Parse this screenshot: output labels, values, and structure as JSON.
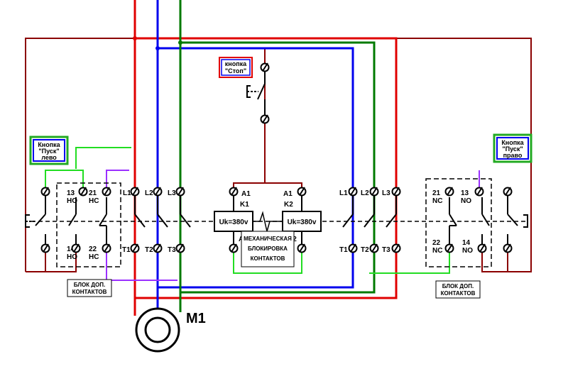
{
  "colors": {
    "phase_l1": "#e00000",
    "phase_l2": "#0000ee",
    "phase_l3": "#007a00",
    "control": "#8b0000",
    "start_left": "#22dd22",
    "start_right": "#9b30ff"
  },
  "buttons": {
    "stop": [
      "кнопка",
      "\"Стоп\""
    ],
    "start_left": [
      "Кнопка",
      "\"Пуск\"",
      "лево"
    ],
    "start_right": [
      "Кнопка",
      "\"Пуск\"",
      "право"
    ]
  },
  "left_aux": {
    "t13": "13",
    "no_top": "НО",
    "t21": "21",
    "nc_top": "НС",
    "t14": "14",
    "no_bot": "НО",
    "t22": "22",
    "nc_bot": "НС",
    "caption": [
      "БЛОК ДОП.",
      "КОНТАКТОВ"
    ]
  },
  "right_aux": {
    "t21": "21",
    "nc_top": "NC",
    "t13": "13",
    "no_top": "NO",
    "t22": "22",
    "nc_bot": "NC",
    "t14": "14",
    "no_bot": "NO",
    "caption": [
      "БЛОК ДОП.",
      "КОНТАКТОВ"
    ]
  },
  "k1": {
    "name": "K1",
    "coil": "Uk=380v",
    "a1": "A1",
    "a2": "A2",
    "lines": [
      "L1",
      "L2",
      "L3"
    ],
    "terms": [
      "T1",
      "T2",
      "T3"
    ]
  },
  "k2": {
    "name": "K2",
    "coil": "Uk=380v",
    "a1": "A1",
    "a2": "A2",
    "lines": [
      "L1",
      "L2",
      "L3"
    ],
    "terms": [
      "T1",
      "T2",
      "T3"
    ]
  },
  "interlock": [
    "МЕХАНИЧЕСКАЯ",
    "БЛОКИРОВКА",
    "КОНТАКТОВ"
  ],
  "motor": "M1"
}
